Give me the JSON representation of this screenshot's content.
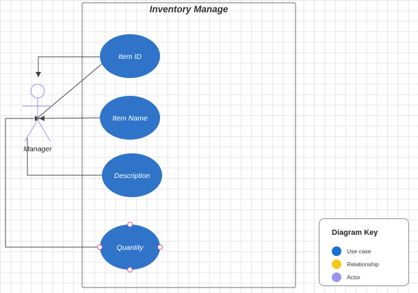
{
  "system": {
    "title": "Inventory Manage"
  },
  "actor": {
    "label": "Manager"
  },
  "use_cases": [
    {
      "id": "item-id",
      "label": "Item ID"
    },
    {
      "id": "item-name",
      "label": "Item Name"
    },
    {
      "id": "description",
      "label": "Description"
    },
    {
      "id": "quantity",
      "label": "Quantity",
      "selected": true
    }
  ],
  "legend": {
    "title": "Diagram Key",
    "items": [
      {
        "label": "Use case",
        "color": "#1a6fd4"
      },
      {
        "label": "Relationship",
        "color": "#f6c915"
      },
      {
        "label": "Actor",
        "color": "#9b94f0"
      }
    ]
  },
  "colors": {
    "use_case_fill": "#2f74c9",
    "actor_stroke": "#a9a3e3",
    "line": "#444444",
    "selection_handle": "#d9508c"
  }
}
